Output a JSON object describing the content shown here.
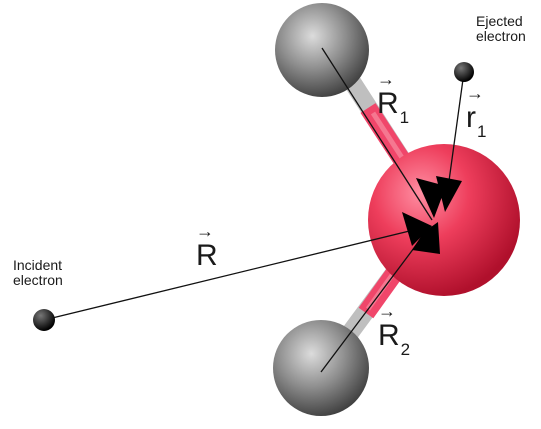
{
  "labels": {
    "incident": [
      "Incident",
      "electron"
    ],
    "ejected": [
      "Ejected",
      "electron"
    ],
    "R": {
      "base": "R",
      "arrow": "→"
    },
    "R1": {
      "base": "R",
      "sub": "1",
      "arrow": "→"
    },
    "R2": {
      "base": "R",
      "sub": "2",
      "arrow": "→"
    },
    "r1": {
      "base": "r",
      "sub": "1",
      "arrow": "→"
    }
  },
  "colors": {
    "oxygen": "#e8344f",
    "hydrogen": "#8a8a8a",
    "bond": "#f04a6a",
    "electron": "#111111",
    "line": "#111111"
  }
}
